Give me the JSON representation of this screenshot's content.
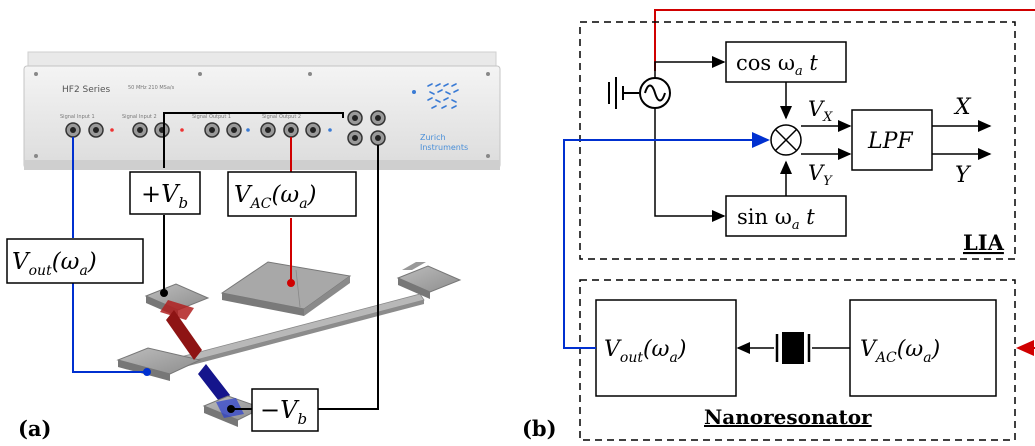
{
  "panel_a": {
    "label": "(a)",
    "instrument": {
      "series_label": "HF2 Series",
      "spec_label": "50 MHz\n210 MSa/s",
      "brand_line1": "Zurich",
      "brand_line2": "Instruments",
      "port_labels": [
        "Signal Input 1",
        "Signal Input 2",
        "Signal Output 1",
        "Signal Output 2"
      ]
    },
    "bias_pos": "+V",
    "bias_pos_sub": "b",
    "bias_neg": "−V",
    "bias_neg_sub": "b",
    "vac": "V",
    "vac_sub": "AC",
    "vac_arg": "(ω",
    "vac_arg_sub": "a",
    "vac_close": ")",
    "vout": "V",
    "vout_sub": "out",
    "vout_arg": "(ω",
    "vout_arg_sub": "a",
    "vout_close": ")",
    "colors": {
      "drive": "#d00000",
      "readout": "#0030d0",
      "wire": "#000000"
    }
  },
  "panel_b": {
    "label": "(b)",
    "lia": {
      "title": "LIA",
      "cos_fn": "cos ω",
      "cos_sub": "a",
      "cos_t": " t",
      "sin_fn": "sin ω",
      "sin_sub": "a",
      "sin_t": " t",
      "vx": "V",
      "vx_sub": "X",
      "vy": "V",
      "vy_sub": "Y",
      "lpf": "LPF",
      "out_x": "X",
      "out_y": "Y"
    },
    "nano": {
      "title": "Nanoresonator",
      "vout": "V",
      "vout_sub": "out",
      "vout_arg": "(ω",
      "vout_arg_sub": "a",
      "vout_close": ")",
      "vac": "V",
      "vac_sub": "AC",
      "vac_arg": "(ω",
      "vac_arg_sub": "a",
      "vac_close": ")"
    }
  }
}
